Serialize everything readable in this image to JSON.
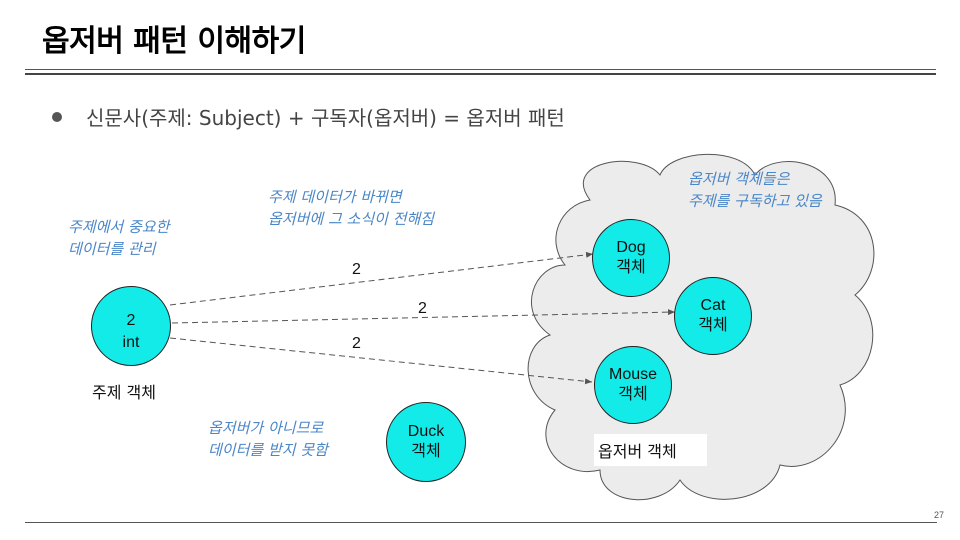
{
  "title": "옵저버 패턴 이해하기",
  "bullet": "신문사(주제: Subject) + 구독자(옵저버) = 옵저버 패턴",
  "notes": {
    "subject_role": "주제에서 중요한\n데이터를 관리",
    "data_change": "주제 데이터가 바뀌면\n옵저버에 그 소식이 전해짐",
    "subscribed": "옵저버 객체들은\n주제를 구독하고 있음",
    "not_observer": "옵저버가 아니므로\n데이터를 받지 못함"
  },
  "subject": {
    "value": "2",
    "type": "int",
    "caption": "주제 객체"
  },
  "observers": [
    {
      "name": "Dog",
      "suffix": "객체"
    },
    {
      "name": "Cat",
      "suffix": "객체"
    },
    {
      "name": "Mouse",
      "suffix": "객체"
    }
  ],
  "non_observer": {
    "name": "Duck",
    "suffix": "객체"
  },
  "cloud_label": "옵저버 객체",
  "edge_labels": [
    "2",
    "2",
    "2"
  ],
  "page_number": "27",
  "colors": {
    "node_fill": "#13ebe9",
    "note_text": "#4a86c8",
    "cloud_fill": "#ececec"
  }
}
